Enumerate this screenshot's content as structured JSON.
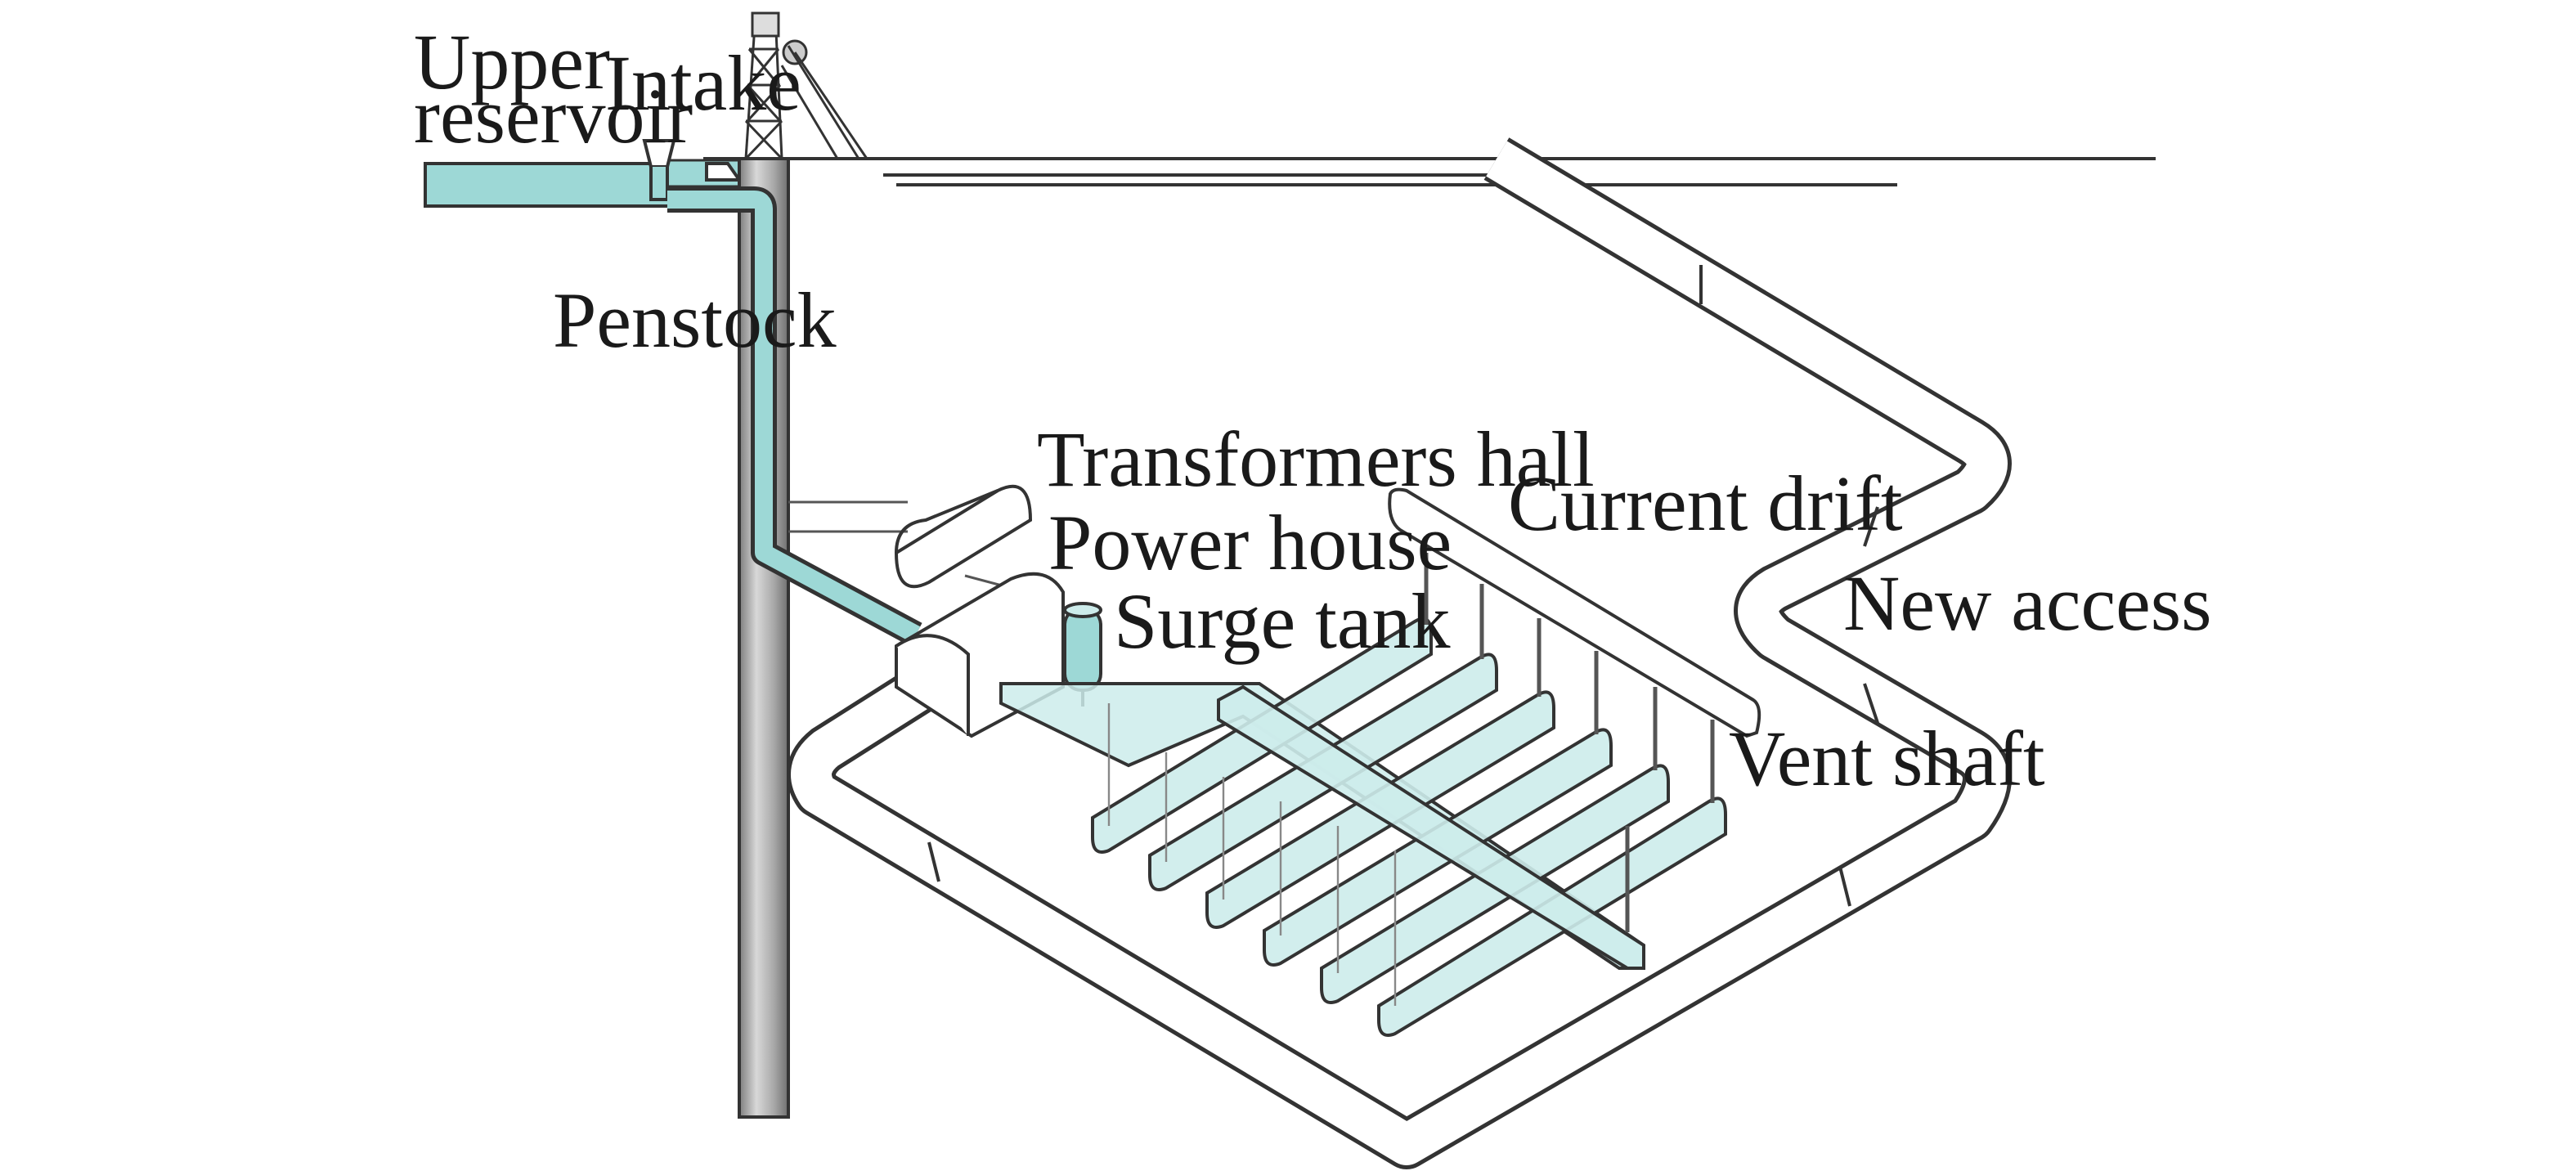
{
  "labels": {
    "upper_reservoir_1": "Upper",
    "upper_reservoir_2": "reservoir",
    "intake": "Intake",
    "penstock": "Penstock",
    "transformers_hall": "Transformers hall",
    "power_house": "Power house",
    "surge_tank": "Surge tank",
    "current_drift": "Current drift",
    "new_access": "New access",
    "vent_shaft": "Vent shaft"
  },
  "colors": {
    "water": "#9dd8d6",
    "water_light": "#cdeceb",
    "outline": "#222222",
    "shaft": "#9a9a9a",
    "tunnel_fill": "#ffffff"
  }
}
